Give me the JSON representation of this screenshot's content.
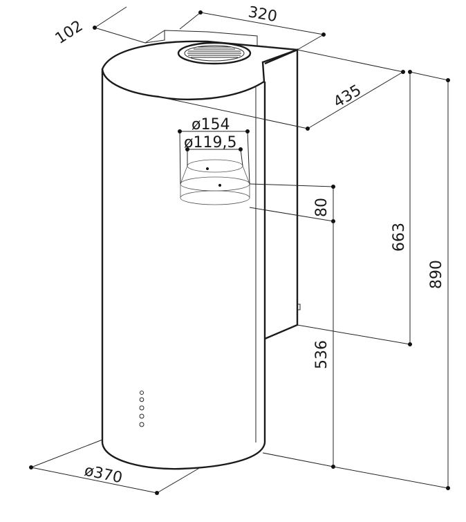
{
  "dimensions": {
    "top_depth": "102",
    "top_width": "320",
    "side_depth": "435",
    "outlet_outer_diameter": "ø154",
    "outlet_inner_diameter": "ø119,5",
    "outlet_height": "80",
    "chimney_height": "663",
    "total_height": "890",
    "lower_height": "536",
    "body_diameter": "ø370"
  }
}
